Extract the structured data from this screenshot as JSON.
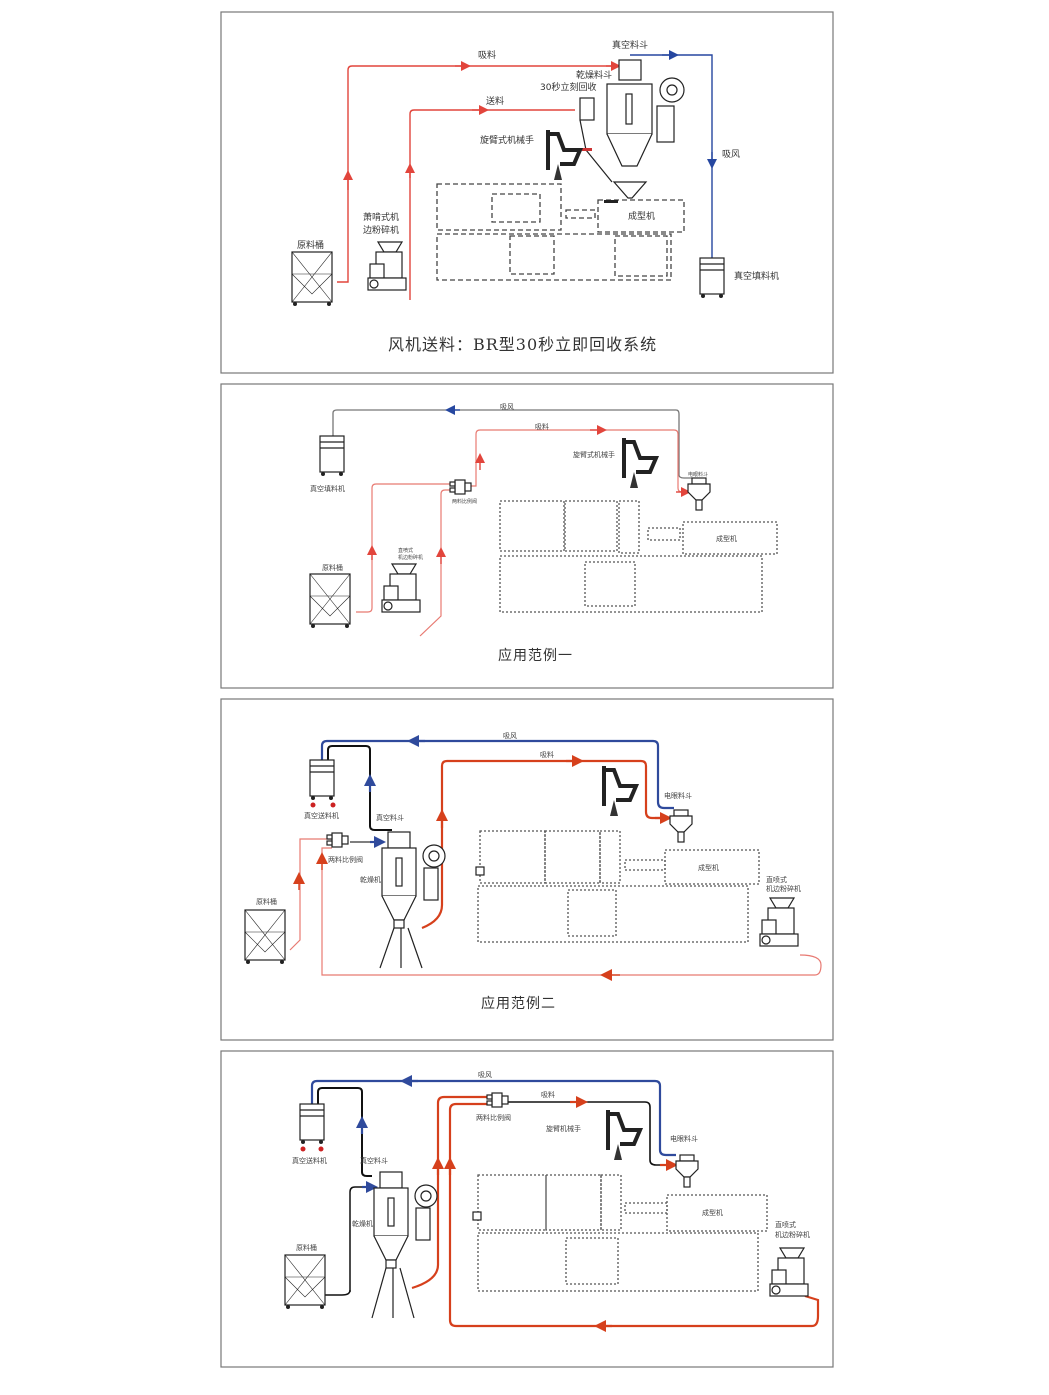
{
  "panel1": {
    "title": "风机送料：BR型30秒立即回收系统",
    "labels": {
      "suction_material": "吸料",
      "vacuum_hopper": "真空料斗",
      "dryer_hopper": "乾燥料斗",
      "recovery_30s": "30秒立刻回收",
      "feed": "送料",
      "robot_arm": "旋臂式机械手",
      "suction_air": "吸风",
      "molding_machine": "成型机",
      "crusher_line1": "萧啃式机",
      "crusher_line2": "边粉碎机",
      "raw_bin": "原料桶",
      "vacuum_loader": "真空填料机"
    }
  },
  "panel2": {
    "title": "应用范例一",
    "labels": {
      "suction_air": "吸风",
      "suction_material": "吸料",
      "vacuum_loader": "真空填料机",
      "robot_arm": "旋臂式机械手",
      "proportional_valve": "两料比例阀",
      "hopper": "电眼料斗",
      "molding_machine": "成型机",
      "raw_bin": "原料桶",
      "crusher_line1": "直喷式",
      "crusher_line2": "机边粉碎机"
    }
  },
  "panel3": {
    "title": "应用范例二",
    "labels": {
      "suction_air": "吸风",
      "suction_material": "吸料",
      "vacuum_loader": "真空送料机",
      "vacuum_hopper": "真空料斗",
      "proportional_valve": "两料比例阀",
      "dryer": "乾燥机",
      "eye_hopper": "电眼料斗",
      "molding_machine": "成型机",
      "raw_bin": "原料桶",
      "crusher_line1": "直喷式",
      "crusher_line2": "机边粉碎机"
    }
  },
  "panel4": {
    "labels": {
      "suction_air": "吸风",
      "suction_material": "吸料",
      "vacuum_loader": "真空送料机",
      "vacuum_hopper": "真空料斗",
      "proportional_valve": "两料比例阀",
      "robot_arm": "旋臂机械手",
      "dryer": "乾燥机",
      "eye_hopper": "电眼料斗",
      "molding_machine": "成型机",
      "raw_bin": "原料桶",
      "crusher_line1": "直喷式",
      "crusher_line2": "机边粉碎机"
    }
  },
  "colors": {
    "material_line": "#e2453c",
    "air_line": "#2647a0"
  }
}
